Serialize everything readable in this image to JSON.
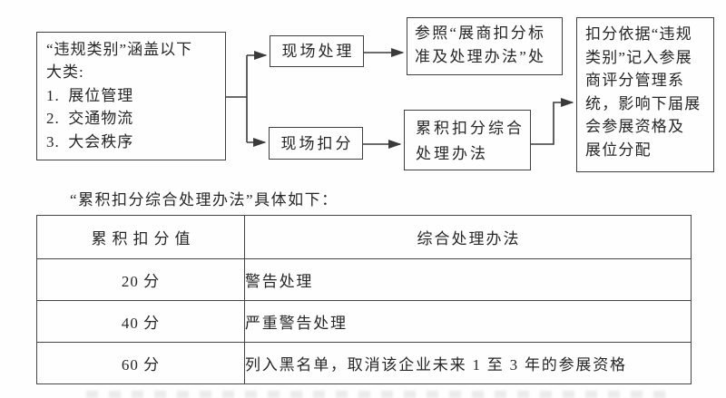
{
  "flowchart": {
    "source_box": {
      "text": "“违规类别”涵盖以下\n大类:\n1. 展位管理\n2. 交通物流\n3. 大会秩序"
    },
    "onsite_handling_box": {
      "label": "现场处理"
    },
    "onsite_deduction_box": {
      "label": "现场扣分"
    },
    "reference_box": {
      "text": "参照“展商扣分标\n准及处理办法”处"
    },
    "cumulative_box": {
      "text": "累积扣分综合\n处理办法"
    },
    "result_box": {
      "text": "扣分依据“违规\n类别”记入参展\n商评分管理系\n统，影响下届展\n会参展资格及\n展位分配"
    }
  },
  "caption": "“累积扣分综合处理办法”具体如下：",
  "table": {
    "headers": {
      "score": "累积扣分值",
      "action": "综合处理办法"
    },
    "rows": [
      {
        "score": "20 分",
        "action": "警告处理"
      },
      {
        "score": "40 分",
        "action": "严重警告处理"
      },
      {
        "score": "60 分",
        "action": "列入黑名单，取消该企业未来 1 至 3 年的参展资格"
      }
    ]
  },
  "colors": {
    "line": "#3a3a3a",
    "text": "#262626",
    "background": "#fefefe"
  }
}
